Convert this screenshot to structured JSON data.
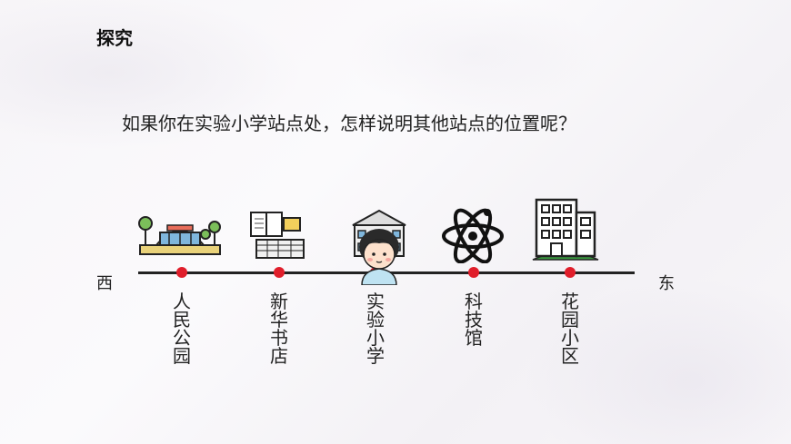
{
  "title": "探究",
  "question": "如果你在实验小学站点处，怎样说明其他站点的位置呢？",
  "directions": {
    "west": "西",
    "east": "东"
  },
  "stations": [
    {
      "name": "人民公园",
      "icon": "park-icon"
    },
    {
      "name": "新华书店",
      "icon": "bookstore-icon"
    },
    {
      "name": "实验小学",
      "icon": "school-icon"
    },
    {
      "name": "科技馆",
      "icon": "atom-icon"
    },
    {
      "name": "花园小区",
      "icon": "apartment-icon"
    }
  ],
  "colors": {
    "dot": "#e01e2b",
    "line": "#222222"
  }
}
